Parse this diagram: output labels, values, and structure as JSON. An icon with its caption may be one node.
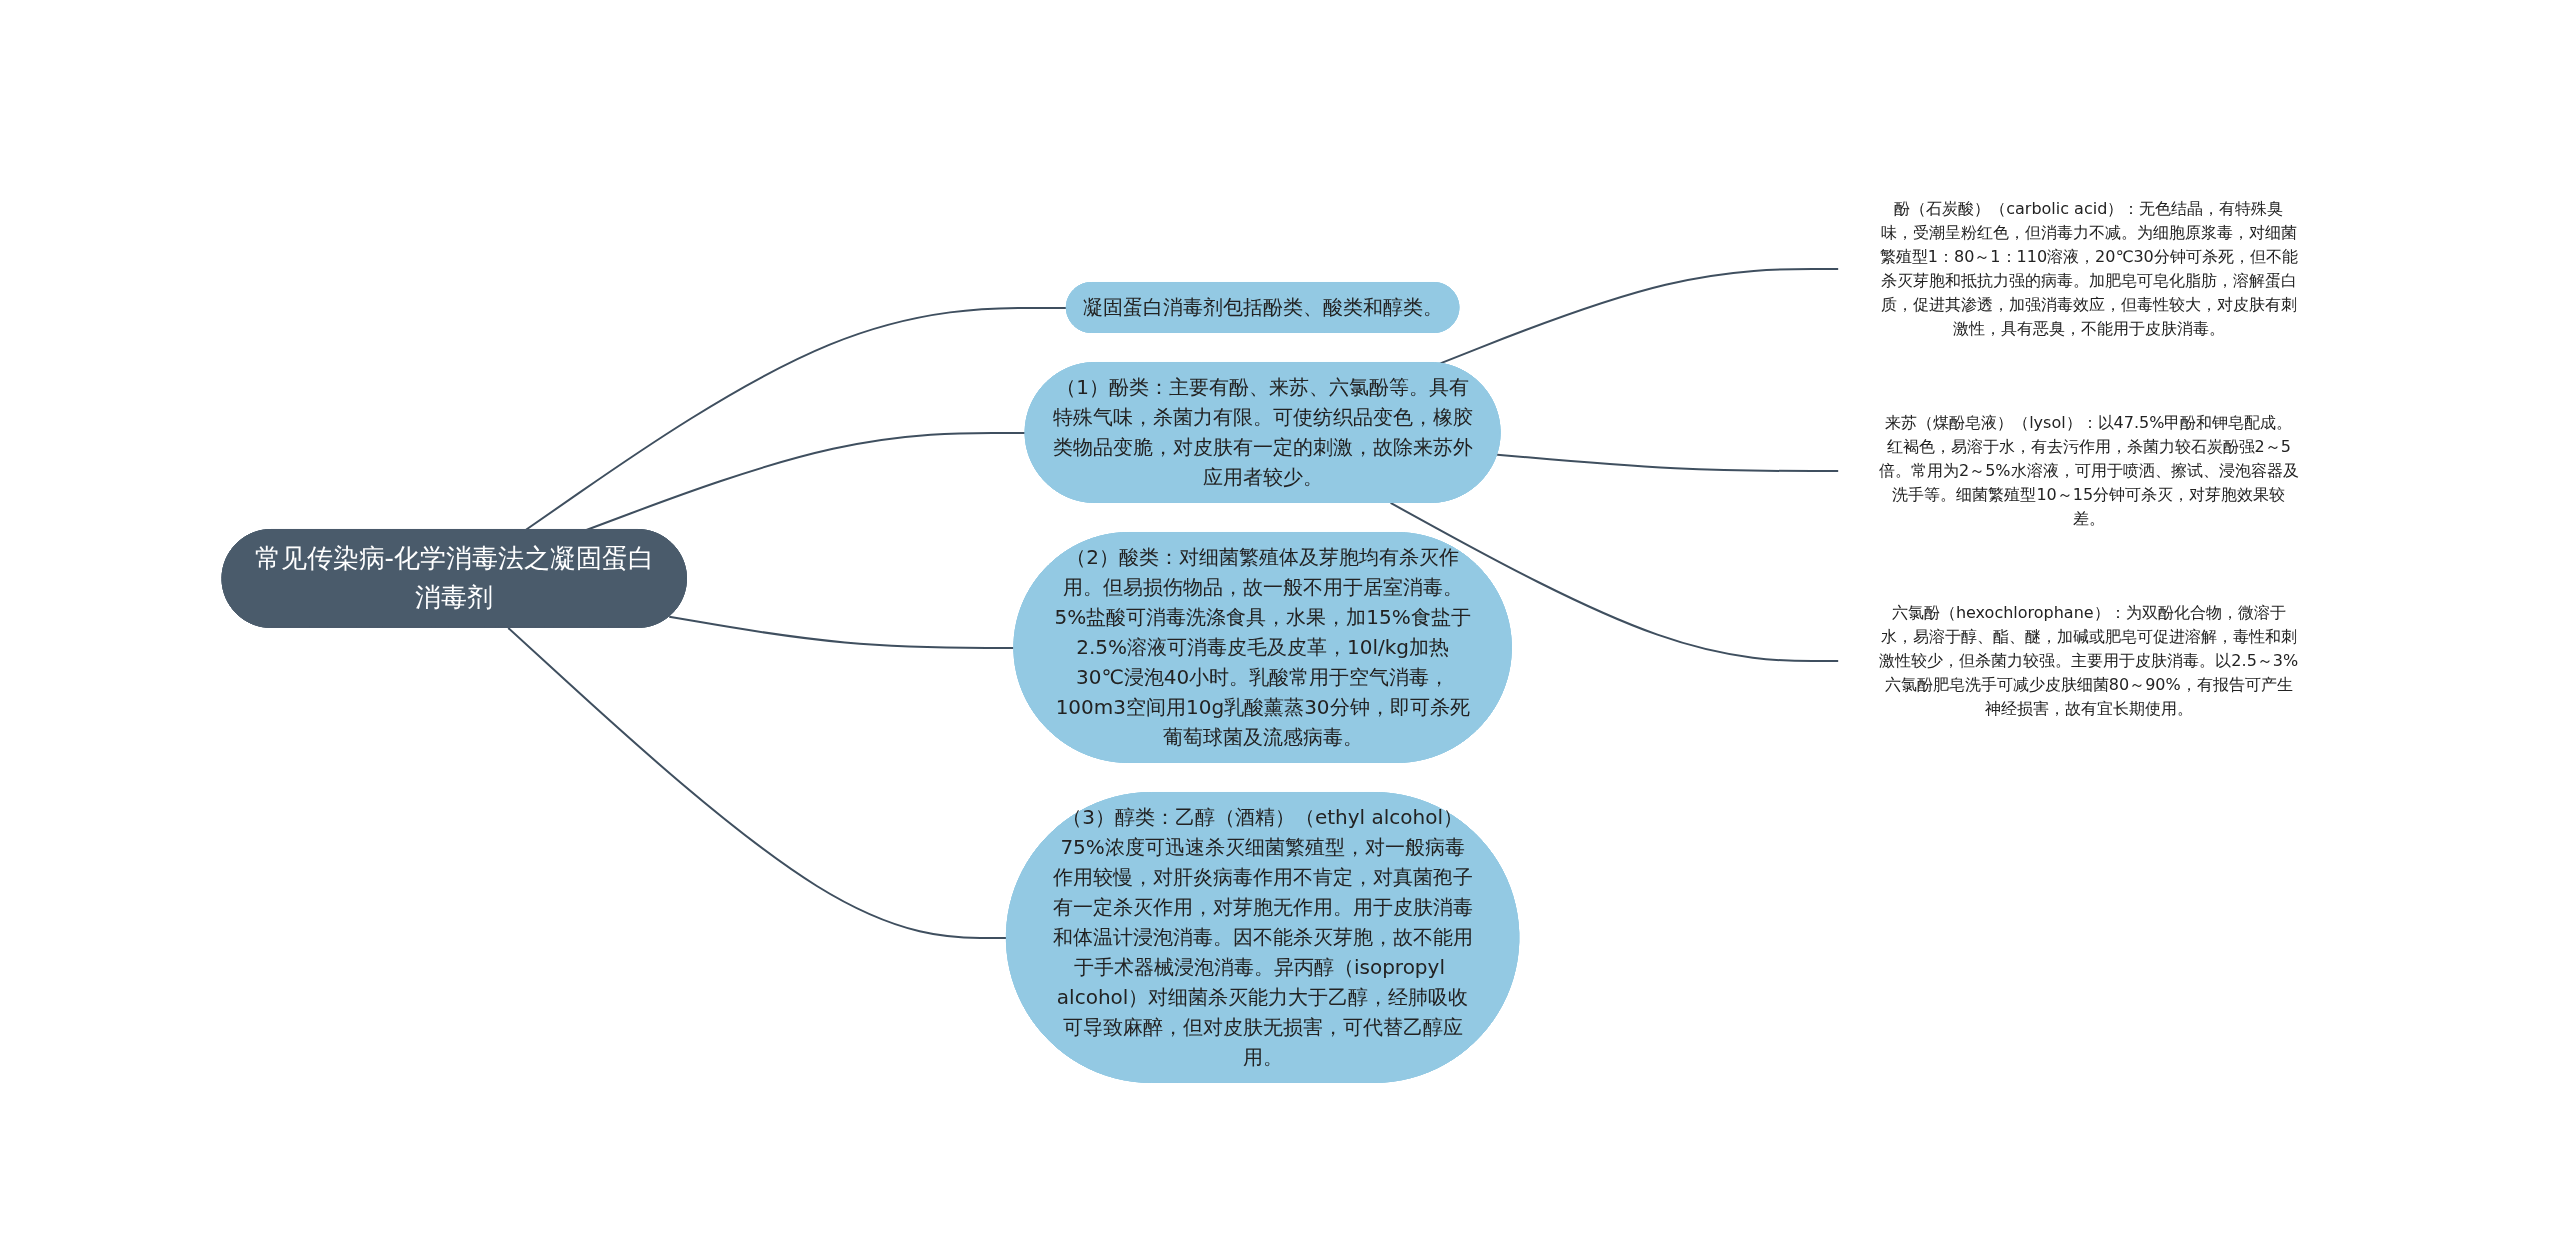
{
  "diagram": {
    "nodes": [
      {
        "text": [
          "常见传染病-化学消毒法之凝固蛋白消毒剂"
        ]
      },
      {
        "text": [
          "（1）酚类：主要有酚、来苏、六氯酚等。具有特殊气味，杀菌力有限。可使纺织品变色，橡胶类物品变脆，对皮肤有一定的刺激，故除来苏外应用者较少。"
        ]
      },
      {
        "text": [
          "酚（石炭酸）（carbolic acid）：无色结晶，有特殊臭味，受潮呈粉红色，但消毒力不减。为细胞原浆毒，对细菌繁殖型1：80～1：110溶液，20℃30分钟可杀死，但不能杀灭芽胞和抵抗力强的病毒。加肥皂可皂化脂肪，溶解蛋白质，促进其渗透，加强消毒效应，但毒性较大，对皮肤有刺激性，具有恶臭，不能用于皮肤消毒。"
        ]
      },
      {
        "text": [
          "来苏（煤酚皂液）（lysol）：以47.5%甲酚和钾皂配成。红褐色，易溶于水，有去污作用，杀菌力较石炭酚强2～5倍。常用为2～5%水溶液，可用于喷洒、擦试、浸泡容器及洗手等。细菌繁殖型10～15分钟可杀灭，对芽胞效果较差。"
        ]
      },
      {
        "text": [
          "六氯酚（hexochlorophane）：为双酚化合物，微溶于水，易溶于醇、酯、醚，加碱或肥皂可促进溶解，毒性和刺激性较少，但杀菌力较强。主要用于皮肤消毒。以2.5～3%六氯酚肥皂洗手可减少皮肤细菌80～90%，有报告可产生神经损害，故有宜长期使用。"
        ]
      },
      {
        "text": [
          "凝固蛋白消毒剂包括酚类、酸类和醇类。"
        ]
      },
      {
        "text": [
          "（2）酸类：对细菌繁殖体及芽胞均有杀灭作用。但易损伤物品，故一般不用于居室消毒。5%盐酸可消毒洗涤食具，水果，加15%食盐于2.5%溶液可消毒皮毛及皮革，10l/kg加热30℃浸泡40小时。乳酸常用于空气消毒，100m3空间用10g乳酸薰蒸30分钟，即可杀死葡萄球菌及流感病毒。"
        ]
      },
      {
        "text": [
          "（3）醇类：乙醇（酒精）（ethyl alcohol）75%浓度可迅速杀灭细菌繁殖型，对一般病毒作用较慢，对肝炎病毒作用不肯定，对真菌孢子有一定杀灭作用，对芽胞无作用。用于皮肤消毒和体温计浸泡消毒。因不能杀灭芽胞，故不能用于手术器械浸泡消毒。异丙醇（isopropyl alcohol）对细菌杀灭能力大于乙醇，经肺吸收可导致麻醉，但对皮肤无损害，可代替乙醇应用。"
        ]
      }
    ],
    "edges": [
      {
        "from": 0,
        "to": 1,
        "arrow": "none"
      },
      {
        "from": 1,
        "to": 2,
        "arrow": "none"
      },
      {
        "from": 1,
        "to": 3,
        "arrow": "none"
      },
      {
        "from": 1,
        "to": 4,
        "arrow": "none"
      },
      {
        "from": 0,
        "to": 5,
        "arrow": "none"
      },
      {
        "from": 0,
        "to": 6,
        "arrow": "none"
      },
      {
        "from": 0,
        "to": 7,
        "arrow": "none"
      }
    ]
  }
}
